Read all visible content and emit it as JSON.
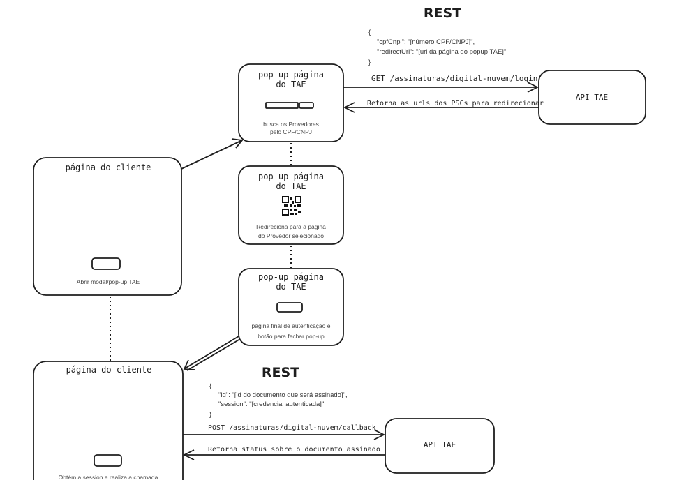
{
  "rest_top": {
    "title": "REST",
    "json": [
      "{",
      "\"cpfCnpj\": \"[número CPF/CNPJ]\",",
      "\"redirectUrl\": \"[url da página do popup TAE]\"",
      "}"
    ]
  },
  "popup1": {
    "title": [
      "pop-up página",
      "do TAE"
    ],
    "desc": [
      "busca os Provedores",
      "pelo CPF/CNPJ"
    ]
  },
  "popup2": {
    "title": [
      "pop-up página",
      "do TAE"
    ],
    "desc": [
      "Redireciona para a página",
      "do Provedor selecionado"
    ]
  },
  "popup3": {
    "title": [
      "pop-up página",
      "do TAE"
    ],
    "desc": [
      "página final de autenticação e",
      "botão para fechar pop-up"
    ]
  },
  "api1": {
    "label": "API TAE",
    "request": "GET /assinaturas/digital-nuvem/login",
    "response": "Retorna as urls dos PSCs para redirecionar"
  },
  "client1": {
    "title": "página do cliente",
    "desc": "Abrir modal/pop-up TAE"
  },
  "client2": {
    "title": "página do cliente",
    "desc": "Obtém a session e realiza a chamada"
  },
  "rest_bottom": {
    "title": "REST",
    "json": [
      "{",
      "\"id\": \"[id do documento que será assinado]\",",
      "\"session\": \"[credencial autenticada]\"",
      "}"
    ]
  },
  "api2": {
    "label": "API TAE",
    "request": "POST /assinaturas/digital-nuvem/callback",
    "response": "Retorna status sobre o documento assinado"
  }
}
